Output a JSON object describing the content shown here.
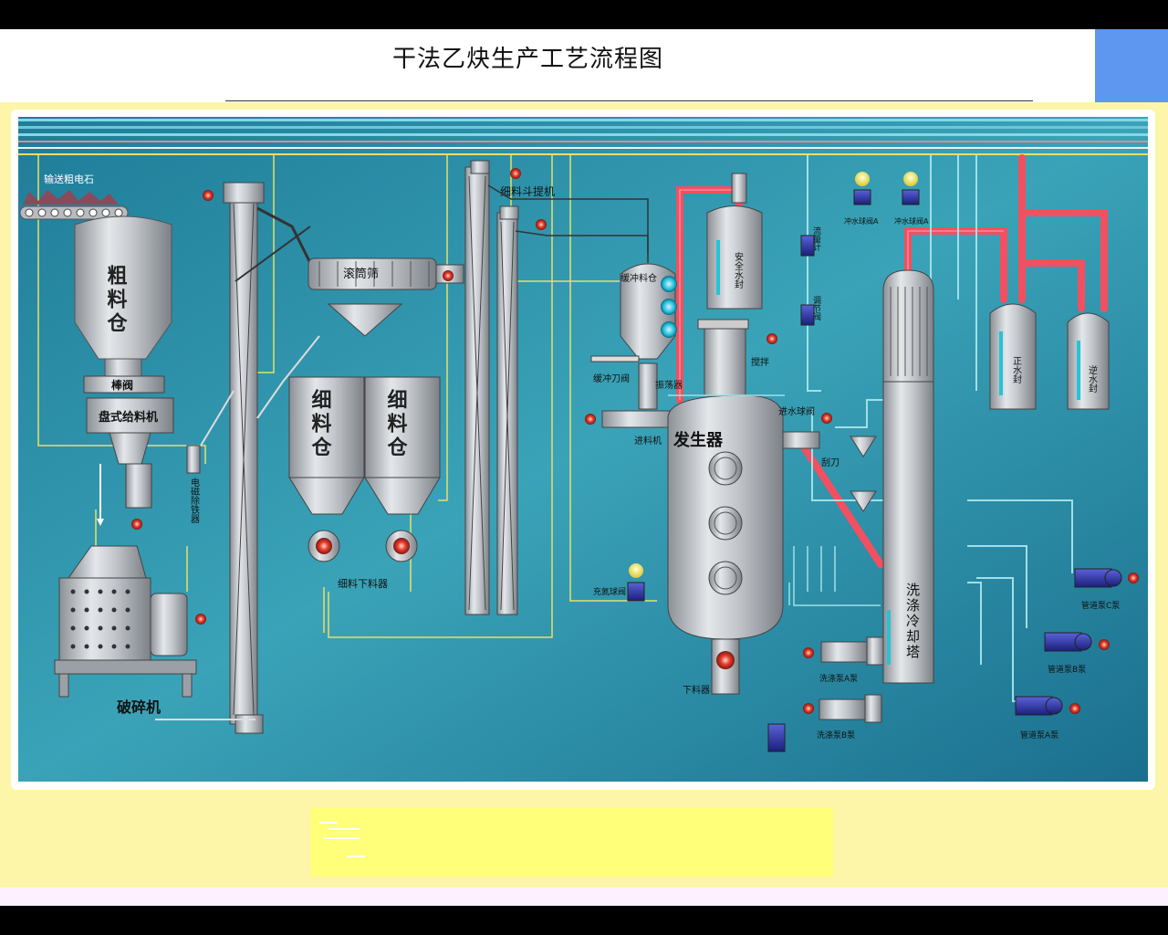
{
  "page": {
    "title": "干法乙炔生产工艺流程图",
    "colors": {
      "title_bg": "#ffffff",
      "outer_band": "#fdf5a8",
      "corner_accent": "#5d97f0",
      "diagram_bg": "#2b8fa6",
      "hot_pipe": "#f25060",
      "water_pipe": "#7fd0d8",
      "yellow_line": "#e7e06a",
      "equipment": "#c8ccd0",
      "alarm": "#e63b2e"
    }
  },
  "diagram": {
    "conveyor_label": "输送粗电石",
    "coarse_bin": "粗料仓",
    "rod_valve": "棒阀",
    "disc_feeder": "盘式给料机",
    "crusher": "破碎机",
    "electromagnetic_iron_remover": "电磁除铁器",
    "drum_screen": "滚筒筛",
    "fine_bin_1": "细料仓",
    "fine_bin_2": "细料仓",
    "fine_discharger": "细料下料器",
    "fine_bucket_elevator": "细料斗提机",
    "buffer_bin": "缓冲料仓",
    "buffer_knife_valve": "缓冲刀阀",
    "vibrator": "振荡器",
    "feeder": "进料机",
    "generator": "发生器",
    "discharger": "下料器",
    "stirring": "搅拌",
    "inlet_ball_valve": "进水球阀",
    "scraper": "刮刀",
    "flowmeter": "流量计",
    "regulating_valve": "调节阀",
    "safety_water_seal": "安全水封",
    "flush_ball_valve_a1": "冲水球阀A",
    "flush_ball_valve_a2": "冲水球阀A",
    "positive_water_seal": "正水封",
    "reverse_water_seal": "逆水封",
    "wash_cooling_tower": "洗涤冷却塔",
    "nitrogen_ball_valve": "充氮球阀",
    "wash_pump_a": "洗涤泵A泵",
    "wash_pump_b": "洗涤泵B泵",
    "pipe_pump_c": "管道泵C泵",
    "pipe_pump_b": "管道泵B泵",
    "pipe_pump_a": "管道泵A泵"
  }
}
